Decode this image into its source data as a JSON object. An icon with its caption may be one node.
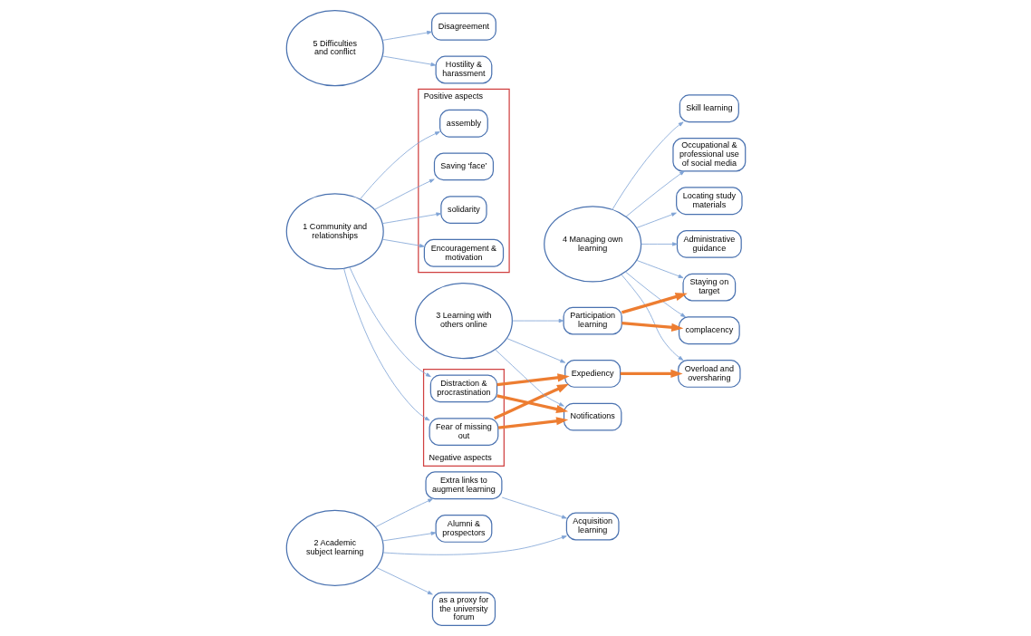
{
  "diagram": {
    "nodes": [
      {
        "text": [
          "2 Academic subject learning"
        ]
      },
      {
        "text": [
          "Acquisition learning"
        ]
      },
      {
        "text": [
          "as a proxy for the university forum"
        ]
      },
      {
        "text": [
          "Extra links to augment learning"
        ]
      },
      {
        "text": [
          "Alumni & prospectors"
        ]
      },
      {
        "text": [
          "4 Managing own learning"
        ]
      },
      {
        "text": [
          "Administrative guidance"
        ]
      },
      {
        "text": [
          "Skill learning"
        ]
      },
      {
        "text": [
          "Occupational & professional use of social media"
        ]
      },
      {
        "text": [
          "Locating study materials"
        ]
      },
      {
        "text": [
          "Overload and oversharing"
        ]
      },
      {
        "text": [
          "Staying on target"
        ]
      },
      {
        "text": [
          "complacency"
        ]
      },
      {
        "text": [
          "Positive aspects"
        ]
      },
      {
        "text": [
          "solidarity"
        ],
        "in": 13
      },
      {
        "text": [
          "Encouragement & motivation"
        ],
        "in": 13
      },
      {
        "text": [
          "assembly"
        ],
        "in": 13
      },
      {
        "text": [
          "Saving ‘face’"
        ],
        "in": 13
      },
      {
        "text": [
          "1 Community and relationships"
        ]
      },
      {
        "text": [
          "Negative aspects"
        ]
      },
      {
        "text": [
          "Distraction & procrastination"
        ],
        "in": 19
      },
      {
        "text": [
          "Fear of missing out"
        ],
        "in": 19
      },
      {
        "text": [
          "Expediency"
        ]
      },
      {
        "text": [
          "Notifications"
        ]
      },
      {
        "text": [
          "3 Learning with others online"
        ]
      },
      {
        "text": [
          "Participation learning"
        ]
      },
      {
        "text": [
          "5 Difficulties and conflict"
        ]
      },
      {
        "text": [
          "Disagreement"
        ]
      },
      {
        "text": [
          "Hostility & harassment"
        ]
      }
    ],
    "edges": [
      {
        "from": 0,
        "to": 1,
        "arrow": "to"
      },
      {
        "from": 0,
        "to": 2,
        "arrow": "to"
      },
      {
        "from": 0,
        "to": 3,
        "arrow": "to"
      },
      {
        "from": 0,
        "to": 4,
        "arrow": "to"
      },
      {
        "from": 3,
        "to": 1,
        "arrow": "to"
      },
      {
        "from": 5,
        "to": 6,
        "arrow": "to"
      },
      {
        "from": 5,
        "to": 7,
        "arrow": "to"
      },
      {
        "from": 5,
        "to": 8,
        "arrow": "to"
      },
      {
        "from": 5,
        "to": 9,
        "arrow": "to"
      },
      {
        "from": 5,
        "to": 10,
        "arrow": "to"
      },
      {
        "from": 5,
        "to": 11,
        "arrow": "to"
      },
      {
        "from": 5,
        "to": 12,
        "arrow": "to"
      },
      {
        "from": 18,
        "to": 14,
        "arrow": "to"
      },
      {
        "from": 18,
        "to": 15,
        "arrow": "to"
      },
      {
        "from": 18,
        "to": 16,
        "arrow": "to"
      },
      {
        "from": 18,
        "to": 17,
        "arrow": "to"
      },
      {
        "from": 18,
        "to": 20,
        "arrow": "to"
      },
      {
        "from": 18,
        "to": 21,
        "arrow": "to"
      },
      {
        "from": 20,
        "to": 22,
        "arrow": "to",
        "style": "thick",
        "color": "#ed7d31"
      },
      {
        "from": 20,
        "to": 23,
        "arrow": "to",
        "style": "thick",
        "color": "#ed7d31"
      },
      {
        "from": 21,
        "to": 22,
        "arrow": "to",
        "style": "thick",
        "color": "#ed7d31"
      },
      {
        "from": 21,
        "to": 23,
        "arrow": "to",
        "style": "thick",
        "color": "#ed7d31"
      },
      {
        "from": 24,
        "to": 22,
        "arrow": "to"
      },
      {
        "from": 24,
        "to": 23,
        "arrow": "to"
      },
      {
        "from": 24,
        "to": 25,
        "arrow": "to"
      },
      {
        "from": 22,
        "to": 10,
        "arrow": "to",
        "style": "thick",
        "color": "#ed7d31"
      },
      {
        "from": 25,
        "to": 11,
        "arrow": "to",
        "style": "thick",
        "color": "#ed7d31"
      },
      {
        "from": 25,
        "to": 12,
        "arrow": "to",
        "style": "thick",
        "color": "#ed7d31"
      },
      {
        "from": 26,
        "to": 27,
        "arrow": "to"
      },
      {
        "from": 26,
        "to": 28,
        "arrow": "to"
      }
    ]
  }
}
